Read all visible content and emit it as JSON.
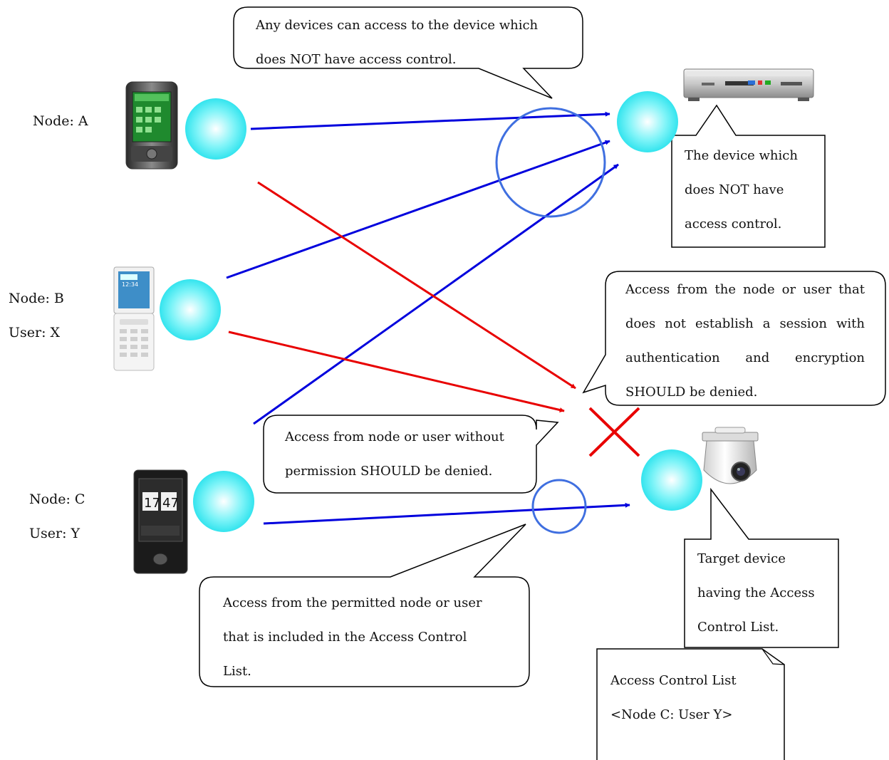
{
  "nodes": {
    "a": {
      "name": "Node: A"
    },
    "b": {
      "name": "Node: B",
      "user": "User: X"
    },
    "c": {
      "name": "Node: C",
      "user": "User: Y"
    }
  },
  "callouts": {
    "any_devices": [
      "Any devices can access to the device which",
      "does NOT have access control."
    ],
    "no_access_control_device": [
      "The device which",
      "does NOT have",
      "access control."
    ],
    "no_session_denied": [
      "Access from the node or user that",
      "does not establish a session with",
      "authentication and encryption",
      "SHOULD be denied."
    ],
    "no_permission_denied": [
      "Access from node or user without",
      "permission SHOULD be denied."
    ],
    "permitted_access": [
      "Access from the permitted node or user",
      "that is included in the Access Control",
      "List."
    ],
    "target_device": [
      "Target device",
      "having the Access",
      "Control List."
    ],
    "acl": [
      "Access Control List",
      "<Node C: User Y>"
    ]
  },
  "icons": {
    "node_a_device": "pda-phone-icon",
    "node_b_device": "flip-phone-icon",
    "node_c_device": "touch-phone-icon",
    "open_device": "set-top-box-icon",
    "target_device": "network-camera-icon"
  },
  "colors": {
    "node_fill": "#40e8f0",
    "allowed_arrow": "#0000dd",
    "denied_arrow": "#e80000",
    "denied_mark": "#e80000",
    "highlight_circle": "#3f6fe0"
  }
}
